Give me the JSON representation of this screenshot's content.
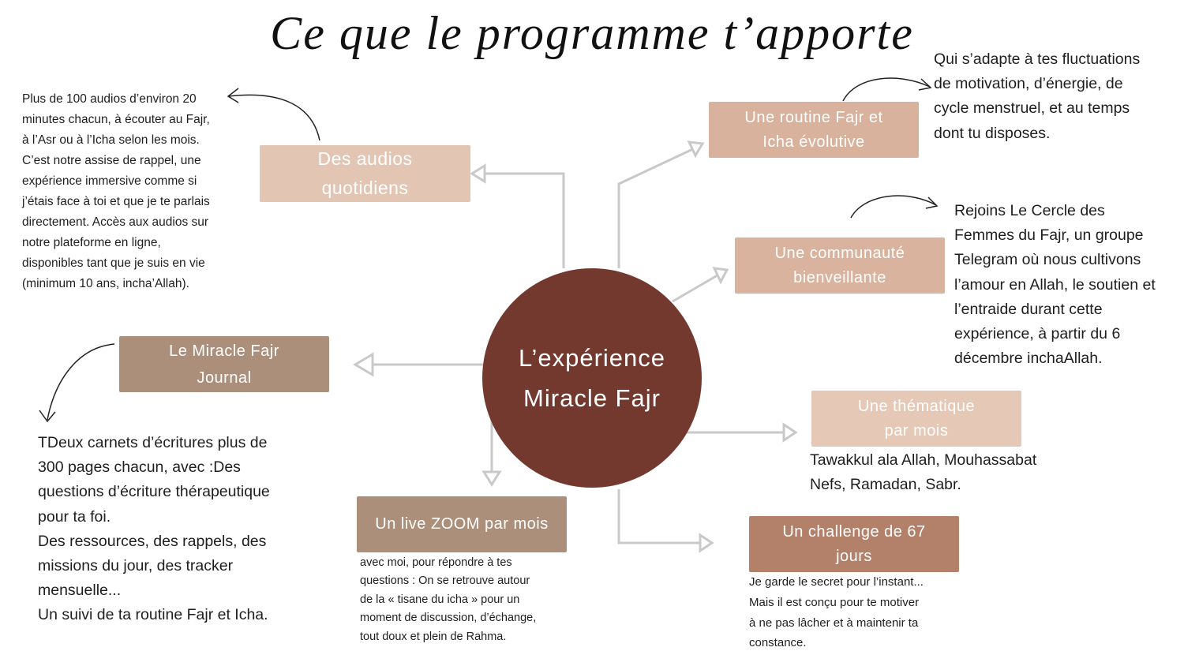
{
  "title": "Ce que le programme t’apporte",
  "center": {
    "line1": "L’expérience",
    "line2": "Miracle Fajr",
    "color": "#74392e"
  },
  "nodes": {
    "audios": {
      "label_l1": "Des audios",
      "label_l2": "quotidiens",
      "color": "#e3c5b4",
      "desc": [
        "Plus de 100 audios d’environ 20",
        "minutes chacun, à écouter au Fajr,",
        "à l’Asr ou à l’Icha selon les mois.",
        "C’est notre assise de rappel, une",
        "expérience immersive comme si",
        "j’étais face à toi et que je te parlais",
        "directement. Accès aux audios sur",
        "notre plateforme en ligne,",
        "disponibles tant que je suis en vie",
        "(minimum 10 ans, incha’Allah)."
      ]
    },
    "journal": {
      "label_l1": "Le Miracle Fajr",
      "label_l2": "Journal",
      "color": "#ab8f7a",
      "desc": [
        "TDeux carnets d’écritures plus de",
        "300 pages chacun, avec :Des",
        "questions d’écriture thérapeutique",
        "pour ta foi.",
        "Des ressources, des rappels, des",
        "missions du jour, des tracker",
        "mensuelle...",
        "Un suivi de ta routine Fajr et Icha."
      ]
    },
    "zoom": {
      "label": "Un live ZOOM par mois",
      "color": "#ab8f7a",
      "desc": [
        "avec moi, pour répondre à tes",
        "questions : On se retrouve autour",
        "de la « tisane du icha » pour un",
        "moment de discussion, d’échange,",
        "tout doux et plein de Rahma."
      ]
    },
    "routine": {
      "label_l1": "Une routine Fajr et",
      "label_l2": "Icha évolutive",
      "color": "#d8b29c",
      "desc": [
        "Qui s’adapte à tes fluctuations",
        "de motivation, d’énergie, de",
        "cycle menstruel, et au temps",
        "dont tu disposes."
      ]
    },
    "communaute": {
      "label_l1": "Une communauté",
      "label_l2": "bienveillante",
      "color": "#d9b39d",
      "desc": [
        "Rejoins Le Cercle des",
        "Femmes du Fajr, un groupe",
        "Telegram où nous cultivons",
        "l’amour en Allah, le soutien et",
        "l’entraide durant cette",
        "expérience, à partir du 6",
        "décembre inchaAllah."
      ]
    },
    "thematique": {
      "label_l1": "Une thématique",
      "label_l2": "par mois",
      "color": "#e6c8b6",
      "desc": [
        "Tawakkul ala Allah, Mouhassabat",
        "Nefs, Ramadan, Sabr."
      ]
    },
    "challenge": {
      "label_l1": "Un challenge de 67",
      "label_l2": "jours",
      "color": "#b3806a",
      "desc": [
        "Je garde le secret pour l’instant...",
        "Mais il est conçu pour te motiver",
        "à ne pas lâcher et à maintenir ta",
        "constance."
      ]
    }
  }
}
